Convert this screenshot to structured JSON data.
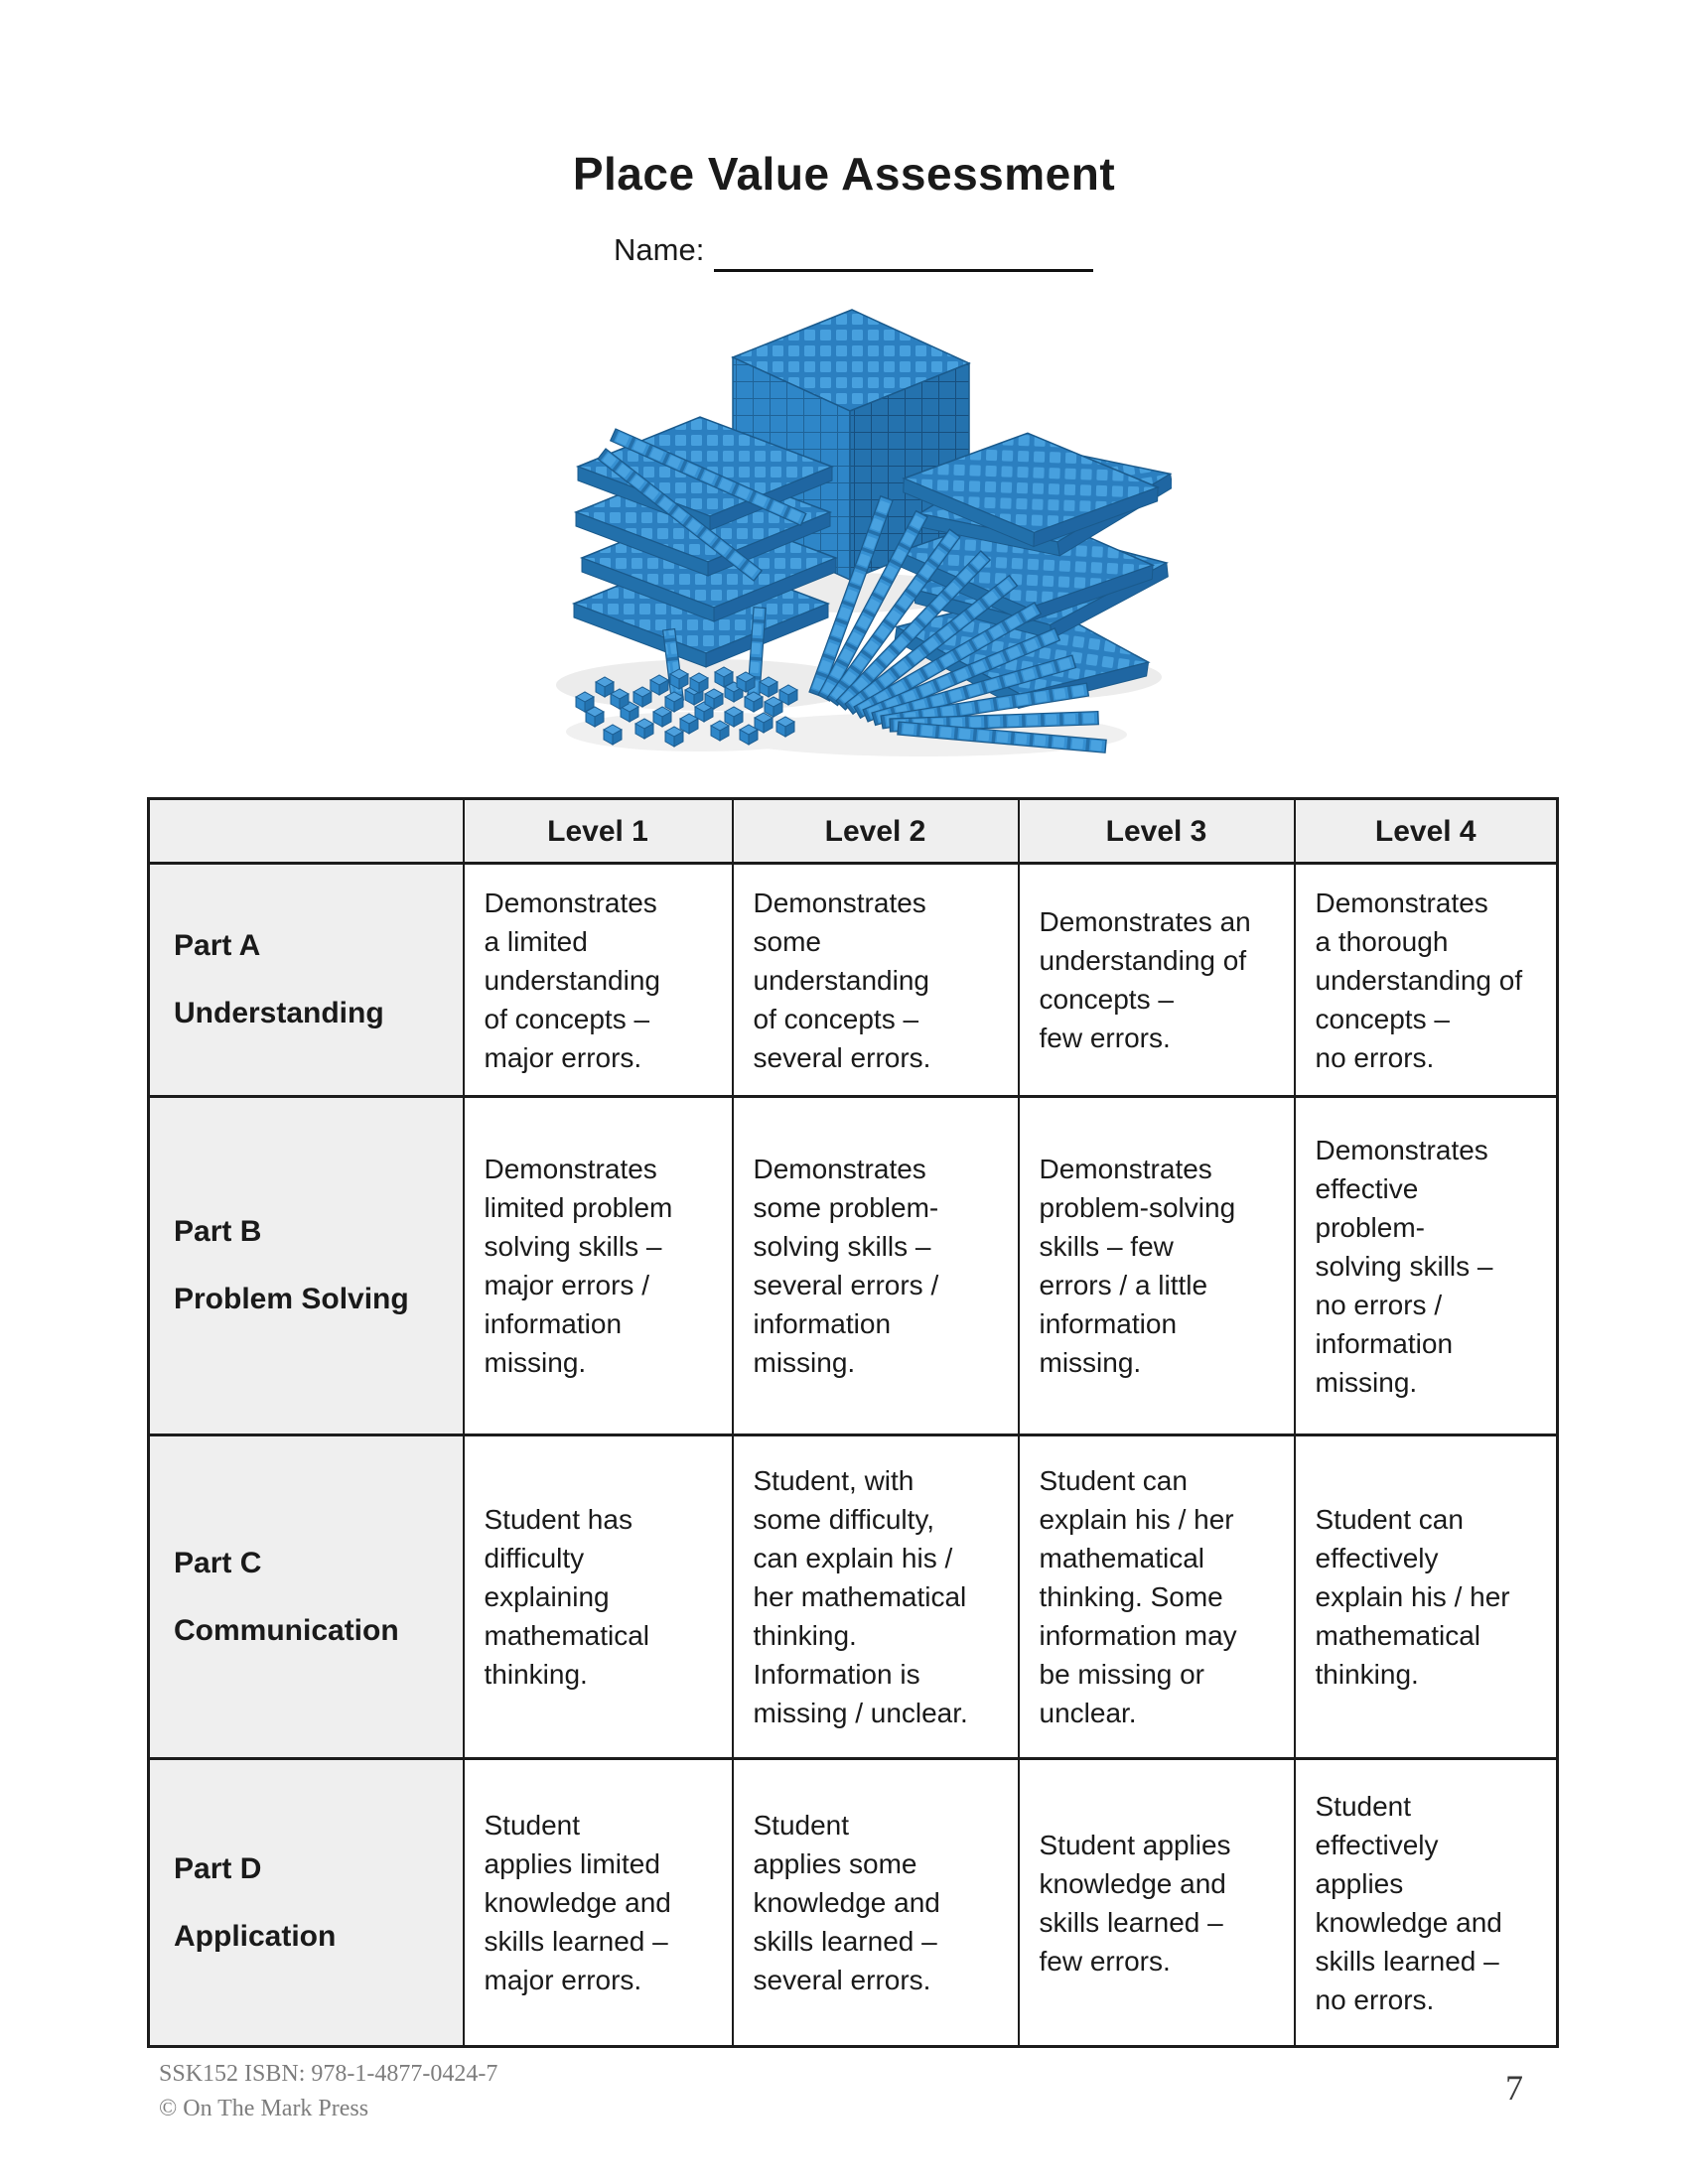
{
  "page": {
    "title": "Place Value Assessment",
    "name_label": "Name:",
    "footer": {
      "line1": "SSK152 ISBN: 978-1-4877-0424-7",
      "line2": "© On The Mark Press",
      "page_number": "7"
    }
  },
  "rubric": {
    "column_headers": [
      "",
      "Level 1",
      "Level 2",
      "Level 3",
      "Level 4"
    ],
    "rows": [
      {
        "part": "Part A",
        "category": "Understanding",
        "levels": [
          "Demonstrates\na limited\nunderstanding\nof concepts –\nmajor errors.",
          "Demonstrates\nsome\nunderstanding\nof concepts –\nseveral errors.",
          "Demonstrates an\nunderstanding of\nconcepts –\nfew errors.",
          "Demonstrates\na thorough\nunderstanding of\nconcepts –\nno errors."
        ]
      },
      {
        "part": "Part B",
        "category": "Problem Solving",
        "levels": [
          "Demonstrates\nlimited problem\nsolving skills –\nmajor errors /\ninformation\nmissing.",
          "Demonstrates\nsome problem-\nsolving skills –\nseveral errors /\ninformation\nmissing.",
          "Demonstrates\nproblem-solving\nskills – few\nerrors / a little\ninformation\nmissing.",
          "Demonstrates\neffective\nproblem-\nsolving skills –\nno errors /\ninformation\nmissing."
        ]
      },
      {
        "part": "Part C",
        "category": "Communication",
        "levels": [
          "Student has\ndifficulty\nexplaining\nmathematical\nthinking.",
          "Student, with\nsome difficulty,\ncan explain his /\nher mathematical\nthinking.\nInformation is\nmissing / unclear.",
          "Student can\nexplain his / her\nmathematical\nthinking. Some\ninformation may\nbe missing or\nunclear.",
          "Student can\neffectively\nexplain his / her\nmathematical\nthinking."
        ]
      },
      {
        "part": "Part D",
        "category": "Application",
        "levels": [
          "Student\napplies limited\nknowledge and\nskills learned –\nmajor errors.",
          "Student\napplies some\nknowledge and\nskills learned –\nseveral errors.",
          "Student applies\nknowledge and\nskills learned –\nfew errors.",
          "Student\neffectively\napplies\nknowledge and\nskills learned –\nno errors."
        ]
      }
    ]
  },
  "colors": {
    "block_blue": "#2e86c8",
    "block_blue_dark": "#2472ae",
    "block_blue_light": "#47a0de",
    "table_header_bg": "#efefef",
    "border_black": "#1c1c1c"
  }
}
